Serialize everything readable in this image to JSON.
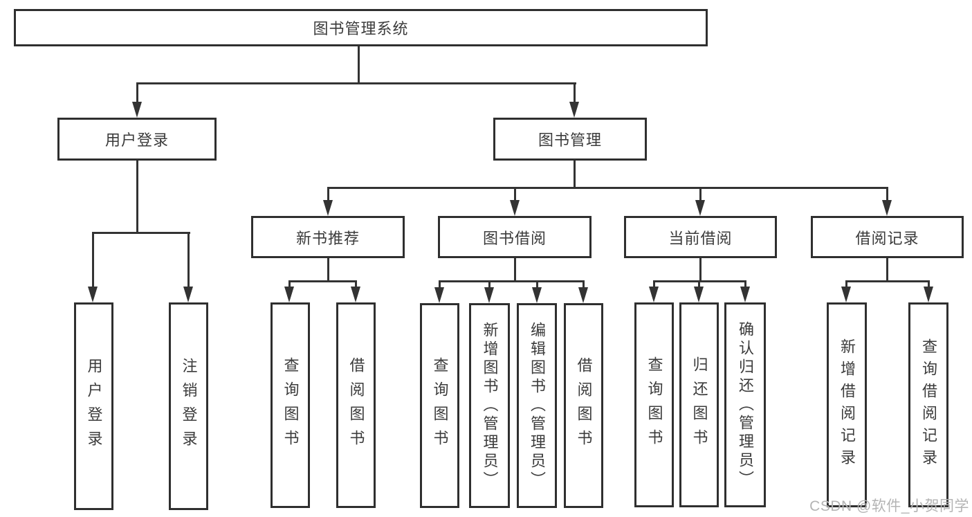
{
  "diagram": {
    "title": "图书管理系统",
    "branches": {
      "user_login": {
        "label": "用户登录",
        "children": {
          "login": "用户登录",
          "logout": "注销登录"
        }
      },
      "book_mgmt": {
        "label": "图书管理",
        "sections": {
          "new_book": {
            "label": "新书推荐",
            "children": {
              "query": "查询图书",
              "borrow": "借阅图书"
            }
          },
          "borrow": {
            "label": "图书借阅",
            "children": {
              "query": "查询图书",
              "add": "新增图书（管理员）",
              "edit": "编辑图书（管理员）",
              "borrow": "借阅图书"
            }
          },
          "current": {
            "label": "当前借阅",
            "children": {
              "query": "查询图书",
              "return": "归还图书",
              "confirm": "确认归还（管理员）"
            }
          },
          "records": {
            "label": "借阅记录",
            "children": {
              "add": "新增借阅记录",
              "query": "查询借阅记录"
            }
          }
        }
      }
    }
  },
  "watermark": {
    "text": "CSDN @软件_小贺同学"
  }
}
